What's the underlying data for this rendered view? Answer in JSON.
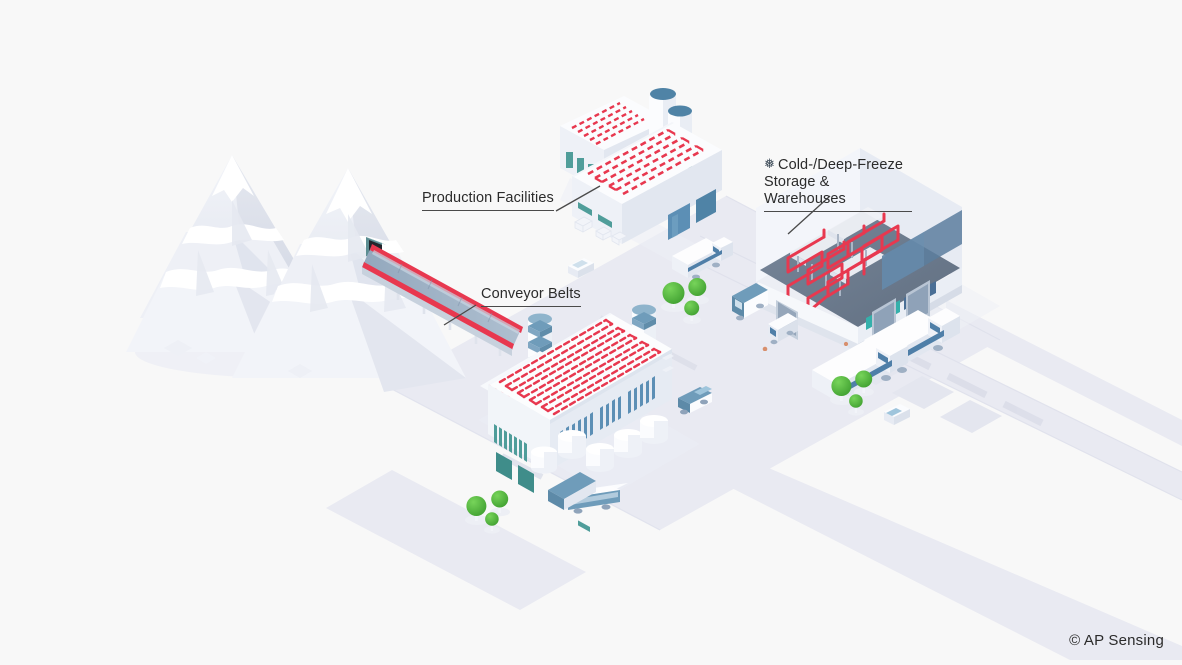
{
  "scene": {
    "title": "Industrial Site Fiber Optic Temperature Monitoring",
    "background_color": "#f8f8f8",
    "projection": "isometric"
  },
  "labels": {
    "production": {
      "text": "Production Facilities",
      "icon": "",
      "leader": "line-down-right"
    },
    "conveyor": {
      "text": "Conveyor Belts",
      "icon": "",
      "leader": "line-down-left"
    },
    "cold_storage": {
      "icon": "snowflake-icon",
      "icon_glyph": "❅",
      "line1": "Cold-/Deep-Freeze",
      "line2": "Storage & Warehouses",
      "leader": "line-down-left"
    }
  },
  "footer": {
    "copyright": "© AP Sensing"
  },
  "colors": {
    "background": "#f8f8f8",
    "sensing_cable_red": "#e8384f",
    "sensing_cable_red_soft": "#ef5a6c",
    "building_white": "#fdfdfe",
    "building_shade": "#e6eaf1",
    "building_dark": "#d4dae6",
    "window_teal": "#5bb3ae",
    "window_blue": "#7fa8c9",
    "accent_blue": "#4f7fa8",
    "road": "#e7e8f0",
    "road_edge": "#dcdee9",
    "tree_green": "#5cc242",
    "tree_green_dark": "#3f9f30",
    "mountain_white": "#ffffff",
    "mountain_shade": "#e3e6ee",
    "mountain_shade_dark": "#d6dae5",
    "label_text": "#2b2b2b",
    "leader_line": "#4a4a4a",
    "warehouse_floor": "#6c7a8c",
    "dock_teal": "#35b0ab",
    "dock_blue": "#4a6f96"
  },
  "scene_elements": {
    "mountains": [
      {
        "name": "mountain-left",
        "snow_capped": true
      },
      {
        "name": "mountain-right",
        "snow_capped": true,
        "has_mine_entrance": true
      }
    ],
    "mine_entrance": {
      "name": "mine-tunnel-entrance",
      "color": "#2b2b33"
    },
    "conveyor_belt": {
      "name": "conveyor-belt",
      "from": "mine-tunnel-entrance",
      "to": "main-production-plant",
      "has_sensing_cable": true,
      "support_legs": 6
    },
    "buildings": [
      {
        "name": "production-facility-upper",
        "roof_sensing_cable": true,
        "chimneys": 2,
        "annex": true
      },
      {
        "name": "main-production-plant",
        "roof_sensing_cable": true,
        "cooling_tower": 1,
        "chimney": 1,
        "silos": 5
      },
      {
        "name": "cold-deep-freeze-warehouse",
        "cutaway": true,
        "interior_sensing_cable": true,
        "loading_docks": 4
      }
    ],
    "vehicles": [
      {
        "name": "truck-warehouse-dock-a"
      },
      {
        "name": "truck-warehouse-dock-b"
      },
      {
        "name": "truck-road-upper"
      },
      {
        "name": "van-warehouse-left"
      },
      {
        "name": "van-warehouse-lower"
      },
      {
        "name": "car-upper-road"
      },
      {
        "name": "car-plant-right"
      },
      {
        "name": "bus-lower-road"
      },
      {
        "name": "truck-lower-road"
      }
    ],
    "vegetation": [
      {
        "name": "tree-cluster-center",
        "count": 3
      },
      {
        "name": "tree-cluster-right",
        "count": 3
      },
      {
        "name": "tree-cluster-lower-left",
        "count": 3
      }
    ]
  }
}
